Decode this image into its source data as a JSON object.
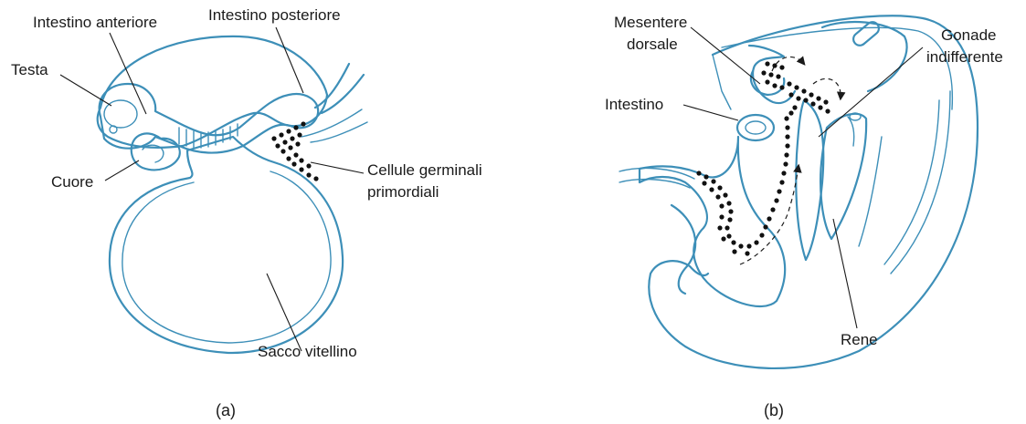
{
  "panel_a": {
    "caption": "(a)",
    "labels": {
      "intestino_anteriore": "Intestino anteriore",
      "intestino_posteriore": "Intestino posteriore",
      "testa": "Testa",
      "cuore": "Cuore",
      "cellule_line1": "Cellule germinali",
      "cellule_line2": "primordiali",
      "sacco_vitellino": "Sacco vitellino"
    }
  },
  "panel_b": {
    "caption": "(b)",
    "labels": {
      "mesentere_line1": "Mesentere",
      "mesentere_line2": "dorsale",
      "gonade_line1": "Gonade",
      "gonade_line2": "indifferente",
      "intestino": "Intestino",
      "rene": "Rene"
    }
  },
  "colors": {
    "outline": "#3d8fb8",
    "stipple": "#5a9ec4",
    "germ_cells": "#111111",
    "text": "#1a1a1a"
  }
}
